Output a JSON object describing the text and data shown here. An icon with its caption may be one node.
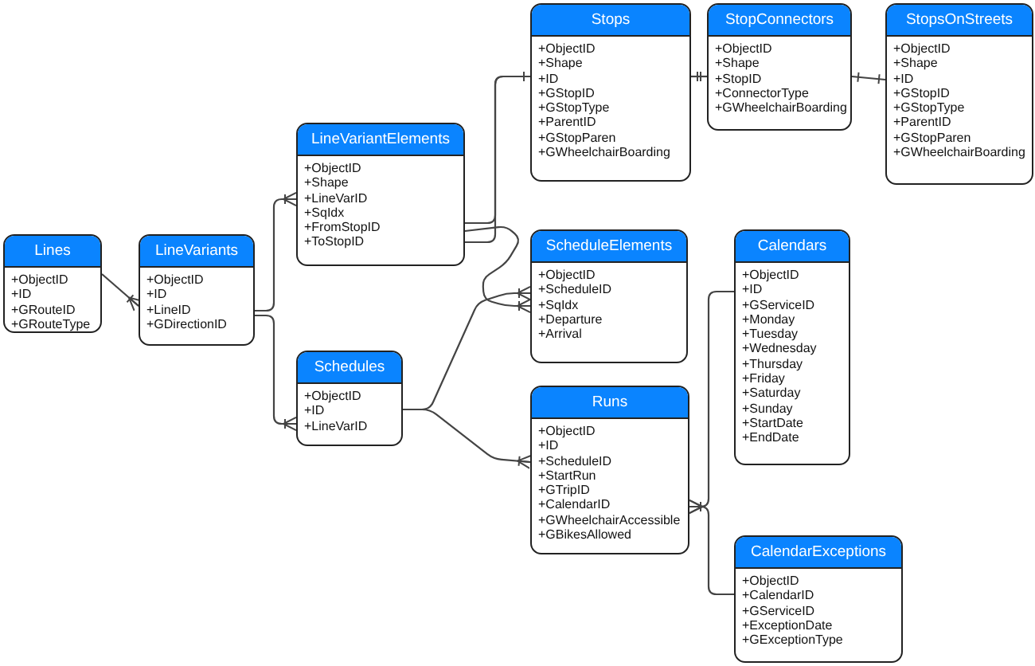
{
  "diagram": {
    "nodes": [
      {
        "text": [
          "Lines",
          "+ObjectID",
          "+ID",
          "+GRouteID",
          "+GRouteType"
        ]
      },
      {
        "text": [
          "LineVariants",
          "+ObjectID",
          "+ID",
          "+LineID",
          "+GDirectionID"
        ]
      },
      {
        "text": [
          "LineVariantElements",
          "+ObjectID",
          "+Shape",
          "+LineVarID",
          "+SqIdx",
          "+FromStopID",
          "+ToStopID"
        ]
      },
      {
        "text": [
          "Schedules",
          "+ObjectID",
          "+ID",
          "+LineVarID"
        ]
      },
      {
        "text": [
          "Stops",
          "+ObjectID",
          "+Shape",
          "+ID",
          "+GStopID",
          "+GStopType",
          "+ParentID",
          "+GStopParen",
          "+GWheelchairBoarding"
        ]
      },
      {
        "text": [
          "StopConnectors",
          "+ObjectID",
          "+Shape",
          "+StopID",
          "+ConnectorType",
          "+GWheelchairBoarding"
        ]
      },
      {
        "text": [
          "StopsOnStreets",
          "+ObjectID",
          "+Shape",
          "+ID",
          "+GStopID",
          "+GStopType",
          "+ParentID",
          "+GStopParen",
          "+GWheelchairBoarding"
        ]
      },
      {
        "text": [
          "ScheduleElements",
          "+ObjectID",
          "+ScheduleID",
          "+SqIdx",
          "+Departure",
          "+Arrival"
        ]
      },
      {
        "text": [
          "Runs",
          "+ObjectID",
          "+ID",
          "+ScheduleID",
          "+StartRun",
          "+GTripID",
          "+CalendarID",
          "+GWheelchairAccessible",
          "+GBikesAllowed"
        ]
      },
      {
        "text": [
          "Calendars",
          "+ObjectID",
          "+ID",
          "+GServiceID",
          "+Monday",
          "+Tuesday",
          "+Wednesday",
          "+Thursday",
          "+Friday",
          "+Saturday",
          "+Sunday",
          "+StartDate",
          "+EndDate"
        ]
      },
      {
        "text": [
          "CalendarExceptions",
          "+ObjectID",
          "+CalendarID",
          "+GServiceID",
          "+ExceptionDate",
          "+GExceptionType"
        ]
      }
    ],
    "edges": [
      {
        "from": 0,
        "to": 1,
        "arrow": "other"
      },
      {
        "from": 1,
        "to": 2,
        "arrow": "other"
      },
      {
        "from": 1,
        "to": 3,
        "arrow": "other"
      },
      {
        "from": 2,
        "to": 4,
        "arrow": "other"
      },
      {
        "from": 2,
        "to": 4,
        "arrow": "other"
      },
      {
        "from": 4,
        "to": 5,
        "arrow": "other"
      },
      {
        "from": 5,
        "to": 6,
        "arrow": "other"
      },
      {
        "from": 2,
        "to": 7,
        "arrow": "other"
      },
      {
        "from": 3,
        "to": 7,
        "arrow": "other"
      },
      {
        "from": 3,
        "to": 8,
        "arrow": "other"
      },
      {
        "from": 9,
        "to": 8,
        "arrow": "other"
      },
      {
        "from": 10,
        "to": 8,
        "arrow": "other"
      }
    ]
  }
}
